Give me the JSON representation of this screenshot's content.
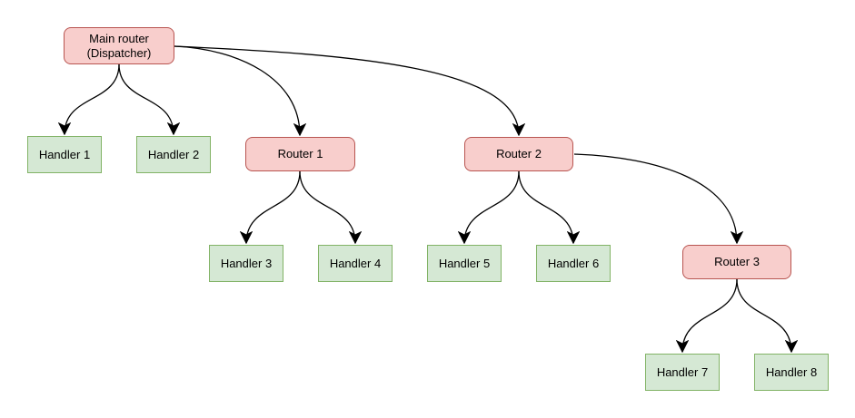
{
  "diagram": {
    "nodes": {
      "main_router": {
        "type": "router",
        "line1": "Main router",
        "line2": "(Dispatcher)"
      },
      "router1": {
        "type": "router",
        "label": "Router 1"
      },
      "router2": {
        "type": "router",
        "label": "Router 2"
      },
      "router3": {
        "type": "router",
        "label": "Router 3"
      },
      "handler1": {
        "type": "handler",
        "label": "Handler 1"
      },
      "handler2": {
        "type": "handler",
        "label": "Handler 2"
      },
      "handler3": {
        "type": "handler",
        "label": "Handler 3"
      },
      "handler4": {
        "type": "handler",
        "label": "Handler 4"
      },
      "handler5": {
        "type": "handler",
        "label": "Handler 5"
      },
      "handler6": {
        "type": "handler",
        "label": "Handler 6"
      },
      "handler7": {
        "type": "handler",
        "label": "Handler 7"
      },
      "handler8": {
        "type": "handler",
        "label": "Handler 8"
      }
    },
    "edges": [
      {
        "from": "main_router",
        "to": "handler1"
      },
      {
        "from": "main_router",
        "to": "handler2"
      },
      {
        "from": "main_router",
        "to": "router1"
      },
      {
        "from": "main_router",
        "to": "router2"
      },
      {
        "from": "router1",
        "to": "handler3"
      },
      {
        "from": "router1",
        "to": "handler4"
      },
      {
        "from": "router2",
        "to": "handler5"
      },
      {
        "from": "router2",
        "to": "handler6"
      },
      {
        "from": "router2",
        "to": "router3"
      },
      {
        "from": "router3",
        "to": "handler7"
      },
      {
        "from": "router3",
        "to": "handler8"
      }
    ],
    "colors": {
      "router_fill": "#f8cecc",
      "router_stroke": "#b85450",
      "handler_fill": "#d5e8d4",
      "handler_stroke": "#82b366",
      "edge": "#000000",
      "background": "#ffffff"
    }
  }
}
